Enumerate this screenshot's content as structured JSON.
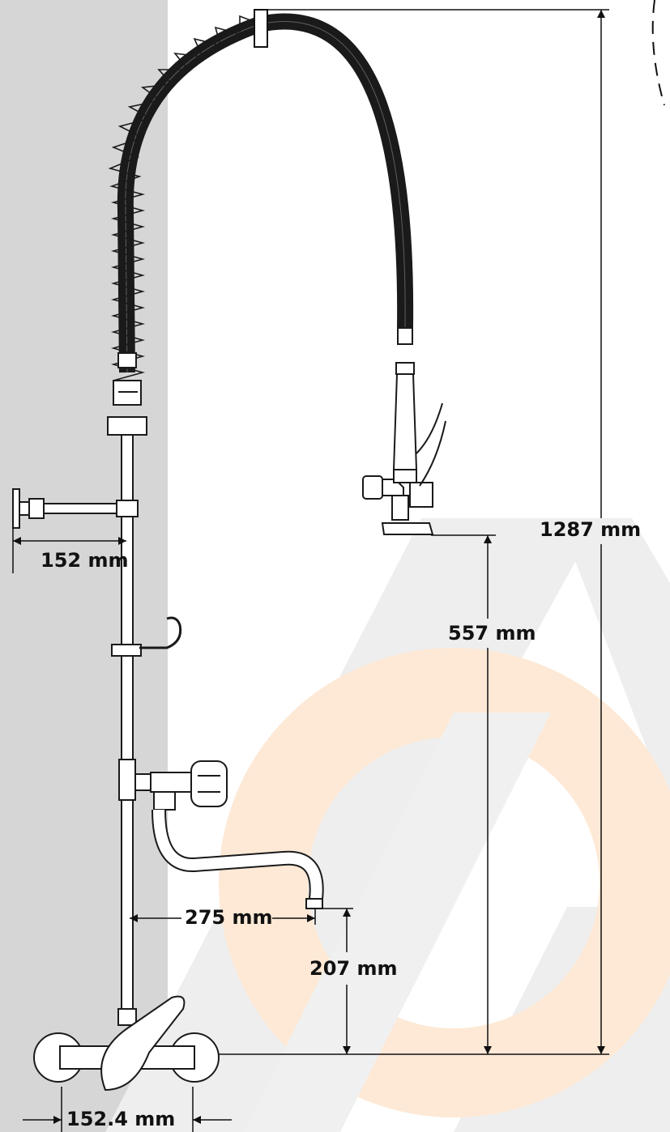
{
  "colors": {
    "wall": "#d6d6d6",
    "line": "#1a1a1a",
    "watermark_gray": "#e8e8e8",
    "watermark_orange": "#fde7d2"
  },
  "dimensions": {
    "total_height": "1287 mm",
    "spray_height": "557 mm",
    "wall_bracket": "152 mm",
    "spout_reach": "275 mm",
    "spout_height": "207 mm",
    "inlet_centers": "152.4 mm"
  }
}
